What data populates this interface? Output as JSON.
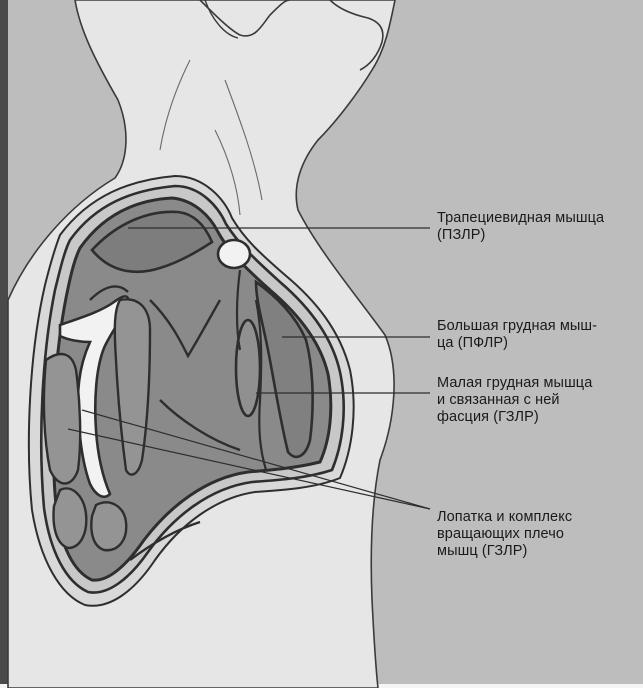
{
  "diagram": {
    "labels": [
      "Трапециевидная мышца\n(ПЗЛР)",
      "Большая грудная мыш-\nца (ПФЛР)",
      "Малая грудная мышца\nи связанная с ней\nфасция (ГЗЛР)",
      "Лопатка и комплекс\nвращающих плечо\nмышц (ГЗЛР)"
    ]
  },
  "colors": {
    "background": "#bdbdbd",
    "muscle_fill": "#8a8a8a",
    "bone_fill": "#f2f2f2",
    "outline": "#2e2e2e"
  }
}
